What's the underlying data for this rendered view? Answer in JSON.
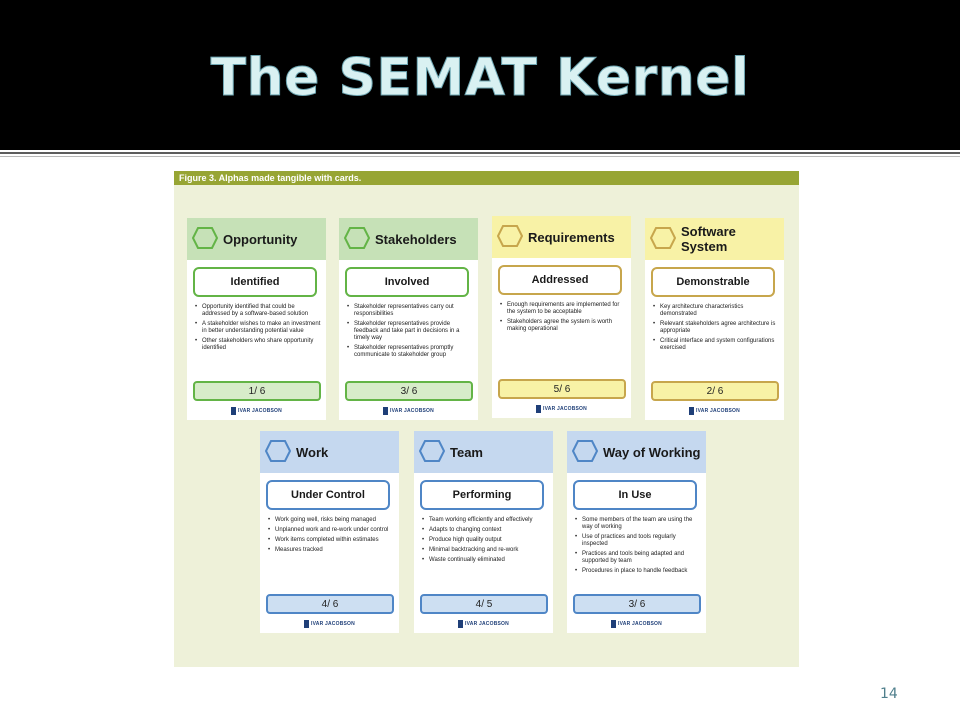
{
  "slide": {
    "title": "The SEMAT Kernel",
    "page_number": "14"
  },
  "figure": {
    "caption": "Figure 3. Alphas made tangible with cards."
  },
  "cards": [
    {
      "name": "Opportunity",
      "state": "Identified",
      "items": [
        "Opportunity identified that could be addressed by a software-based solution",
        "A stakeholder wishes to make an investment in better understanding potential value",
        "Other stakeholders who share opportunity identified"
      ],
      "progress": "1/ 6",
      "logo": "IVAR JACOBSON",
      "header_color": "#c6e1b7",
      "border_color": "#63b446",
      "fill_color": "#d7ecc9"
    },
    {
      "name": "Stakeholders",
      "state": "Involved",
      "items": [
        "Stakeholder representatives carry out responsibilities",
        "Stakeholder representatives provide feedback and take part in decisions in a timely way",
        "Stakeholder representatives promptly communicate to stakeholder group"
      ],
      "progress": "3/ 6",
      "logo": "IVAR JACOBSON",
      "header_color": "#c6e1b7",
      "border_color": "#63b446",
      "fill_color": "#d7ecc9"
    },
    {
      "name": "Requirements",
      "state": "Addressed",
      "items": [
        "Enough requirements are implemented for the system to be acceptable",
        "Stakeholders agree the system is worth making operational"
      ],
      "progress": "5/ 6",
      "logo": "IVAR JACOBSON",
      "header_color": "#f8f2a6",
      "border_color": "#c7a64c",
      "fill_color": "#f8f2a6"
    },
    {
      "name": "Software System",
      "state": "Demonstrable",
      "items": [
        "Key architecture characteristics demonstrated",
        "Relevant stakeholders agree architecture is appropriate",
        "Critical interface and system configurations exercised"
      ],
      "progress": "2/ 6",
      "logo": "IVAR JACOBSON",
      "header_color": "#f8f2a6",
      "border_color": "#c7a64c",
      "fill_color": "#f8f2a6"
    },
    {
      "name": "Work",
      "state": "Under Control",
      "items": [
        "Work going well, risks being managed",
        "Unplanned work and re-work under control",
        "Work items completed within estimates",
        "Measures tracked"
      ],
      "progress": "4/ 6",
      "logo": "IVAR JACOBSON",
      "header_color": "#c5d8ef",
      "border_color": "#4f86c6",
      "fill_color": "#cddff2"
    },
    {
      "name": "Team",
      "state": "Performing",
      "items": [
        "Team working efficiently and effectively",
        "Adapts to changing context",
        "Produce high quality output",
        "Minimal backtracking and re-work",
        "Waste continually eliminated"
      ],
      "progress": "4/ 5",
      "logo": "IVAR JACOBSON",
      "header_color": "#c5d8ef",
      "border_color": "#4f86c6",
      "fill_color": "#cddff2"
    },
    {
      "name": "Way of Working",
      "state": "In Use",
      "items": [
        "Some members of the team are using the way of working",
        "Use of practices and tools regularly inspected",
        "Practices and tools being adapted and supported by team",
        "Procedures in place to handle feedback"
      ],
      "progress": "3/ 6",
      "logo": "IVAR JACOBSON",
      "header_color": "#c5d8ef",
      "border_color": "#4f86c6",
      "fill_color": "#cddff2"
    }
  ]
}
